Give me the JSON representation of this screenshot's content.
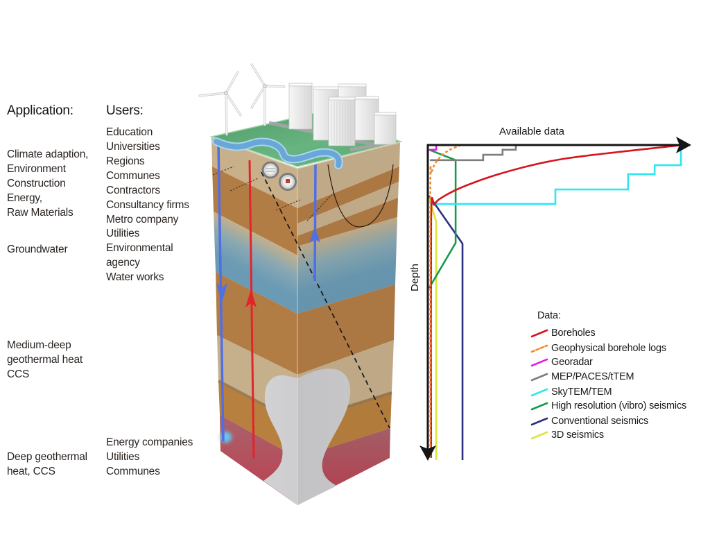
{
  "labels": {
    "applications_header": "Application:",
    "users_header": "Users:",
    "application_lines": [
      "Climate adaption,",
      "Environment",
      "Construction",
      "Energy,",
      "Raw Materials",
      "Groundwater",
      "Medium-deep",
      "geothermal heat",
      "CCS",
      "Deep geothermal",
      "heat, CCS"
    ],
    "user_lines": [
      "Education",
      "Universities",
      "Regions",
      "Communes",
      "Contractors",
      "Consultancy firms",
      "Metro company",
      "Utilities",
      "Environmental",
      "agency",
      "Water works",
      "Energy companies",
      "Utilities",
      "Communes"
    ]
  },
  "illustration": {
    "elements": [
      "wind-turbine",
      "wind-turbine",
      "city-buildings",
      "river",
      "metro-tunnels",
      "groundwater-well",
      "geothermal-doublet",
      "fault-line",
      "buried-valley",
      "salt-dome"
    ],
    "layer_colors": {
      "surface": "#5aa873",
      "sand": "#c8b08b",
      "clay": "#b27c45",
      "aquifer": "#6a9ab3",
      "limestone": "#b8803f",
      "deep_reservoir": "#bd3e52",
      "salt": "#c8c8ca"
    },
    "flow_colors": {
      "cold": "#4f6fe6",
      "warm": "#e3242b"
    }
  },
  "chart_data": {
    "type": "line",
    "title": "",
    "xlabel": "Available data",
    "ylabel": "Depth",
    "x_range": [
      0,
      1
    ],
    "y_range": [
      0,
      1
    ],
    "y_inverted": true,
    "grid": false,
    "axis_color": "#151515",
    "legend": {
      "title": "Data:",
      "placement": "bottom-right"
    },
    "series": [
      {
        "name": "Boreholes",
        "color": "#d6141e",
        "style": "solid",
        "smooth": true,
        "points": [
          [
            1.0,
            0
          ],
          [
            0.652,
            0.031
          ],
          [
            0.47,
            0.053
          ],
          [
            0.288,
            0.09
          ],
          [
            0.152,
            0.128
          ],
          [
            0.0625,
            0.163
          ],
          [
            0.027,
            0.189
          ],
          [
            0.013,
            0.24
          ],
          [
            0.013,
            0.993
          ]
        ]
      },
      {
        "name": "Geophysical borehole logs",
        "color": "#f08c30",
        "style": "dashed",
        "smooth": true,
        "points": [
          [
            0.13,
            0
          ],
          [
            0.076,
            0.02
          ],
          [
            0.035,
            0.051
          ],
          [
            0.014,
            0.09
          ],
          [
            0.01,
            0.145
          ],
          [
            0.01,
            0.993
          ]
        ]
      },
      {
        "name": "Georadar",
        "color": "#e41ee6",
        "style": "solid",
        "smooth": false,
        "points": [
          [
            0.005,
            0.015
          ],
          [
            0.033,
            0.015
          ],
          [
            0.033,
            0
          ]
        ]
      },
      {
        "name": "MEP/PACES/tTEM",
        "color": "#7d7d7d",
        "style": "solid",
        "smooth": false,
        "points": [
          [
            0.008,
            0.048
          ],
          [
            0.217,
            0.048
          ],
          [
            0.217,
            0.031
          ],
          [
            0.293,
            0.031
          ],
          [
            0.293,
            0.015
          ],
          [
            0.345,
            0.015
          ],
          [
            0.345,
            0
          ]
        ]
      },
      {
        "name": "SkyTEM/TEM",
        "color": "#2ee6f2",
        "style": "solid",
        "smooth": false,
        "points": [
          [
            0.008,
            0.187
          ],
          [
            0.5,
            0.187
          ],
          [
            0.5,
            0.141
          ],
          [
            0.785,
            0.141
          ],
          [
            0.785,
            0.0925
          ],
          [
            0.889,
            0.0925
          ],
          [
            0.889,
            0.064
          ],
          [
            0.992,
            0.064
          ],
          [
            0.992,
            0.013
          ]
        ]
      },
      {
        "name": "High resolution (vibro) seismics",
        "color": "#149a4a",
        "style": "solid",
        "smooth": false,
        "points": [
          [
            0.005,
            0.015
          ],
          [
            0.109,
            0.048
          ],
          [
            0.109,
            0.311
          ],
          [
            0.005,
            0.454
          ]
        ]
      },
      {
        "name": "Conventional seismics",
        "color": "#2a2f80",
        "style": "solid",
        "smooth": false,
        "points": [
          [
            0.005,
            0.161
          ],
          [
            0.136,
            0.313
          ],
          [
            0.136,
            1.0
          ]
        ]
      },
      {
        "name": "3D seismics",
        "color": "#dfe33a",
        "style": "solid",
        "smooth": false,
        "points": [
          [
            0.005,
            0.167
          ],
          [
            0.033,
            0.244
          ],
          [
            0.033,
            1.0
          ]
        ]
      }
    ]
  }
}
